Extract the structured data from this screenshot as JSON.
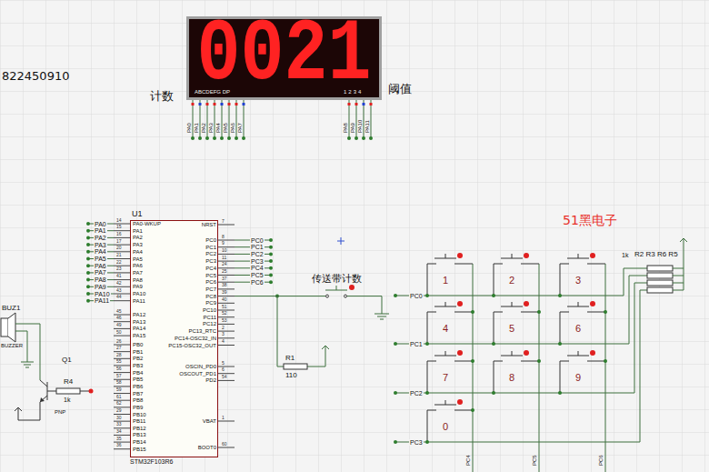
{
  "diagram": {
    "nodes": [
      {
        "text": [
          "0021",
          "ABCDEFG DP",
          "1234"
        ]
      },
      {
        "text": [
          "U1",
          "STM32F103R6"
        ]
      }
    ],
    "labels": [
      "822450910",
      "计数",
      "阈值",
      "PA0",
      "PA1",
      "PA2",
      "PA3",
      "PA4",
      "PA5",
      "PA6",
      "PA7",
      "PA8",
      "PA9",
      "PA10",
      "PA11",
      "PA0",
      "PA1",
      "PA2",
      "PA3",
      "PA4",
      "PA5",
      "PA6",
      "PA7",
      "PA8",
      "PA9",
      "PA10",
      "PA11",
      "PA0-WKUP",
      "PA1",
      "PA2",
      "PA3",
      "PA4",
      "PA5",
      "PA6",
      "PA7",
      "PA8",
      "PA9",
      "PA10",
      "PA11",
      "PA12",
      "PA13",
      "PA14",
      "PA15",
      "PB0",
      "PB1",
      "PB2",
      "PB3",
      "PB4",
      "PB5",
      "PB6",
      "PB7",
      "PB8",
      "PB9",
      "PB10",
      "PB11",
      "PB12",
      "PB13",
      "PB14",
      "PB15",
      "14",
      "15",
      "16",
      "17",
      "20",
      "21",
      "22",
      "23",
      "41",
      "42",
      "43",
      "44",
      "45",
      "46",
      "49",
      "50",
      "26",
      "27",
      "28",
      "55",
      "56",
      "57",
      "58",
      "59",
      "61",
      "62",
      "29",
      "30",
      "33",
      "34",
      "35",
      "36",
      "NRST",
      "PC0",
      "PC1",
      "PC2",
      "PC3",
      "PC4",
      "PC5",
      "PC6",
      "PC7",
      "PC8",
      "PC9",
      "PC10",
      "PC11",
      "PC12",
      "PC13_RTC",
      "PC14-OSC32_IN",
      "PC15-OSC32_OUT",
      "OSCIN_PD0",
      "OSCOUT_PD1",
      "PD2",
      "VBAT",
      "BOOT0",
      "7",
      "8",
      "9",
      "10",
      "11",
      "24",
      "25",
      "37",
      "38",
      "39",
      "40",
      "51",
      "52",
      "53",
      "2",
      "3",
      "4",
      "5",
      "6",
      "54",
      "1",
      "60",
      "PC0",
      "PC1",
      "PC2",
      "PC3",
      "PC4",
      "PC5",
      "PC6",
      "传送带计数",
      "R1",
      "110",
      "BUZ1",
      "BUZZER",
      "Q1",
      "R4",
      "1k",
      "PNP",
      "51黑电子",
      "1",
      "2",
      "3",
      "4",
      "5",
      "6",
      "7",
      "8",
      "9",
      "0",
      "PC0",
      "PC1",
      "PC2",
      "PC3",
      "PC4",
      "PC5",
      "PC6",
      "R2 R3 R6 R5",
      "1k"
    ]
  }
}
